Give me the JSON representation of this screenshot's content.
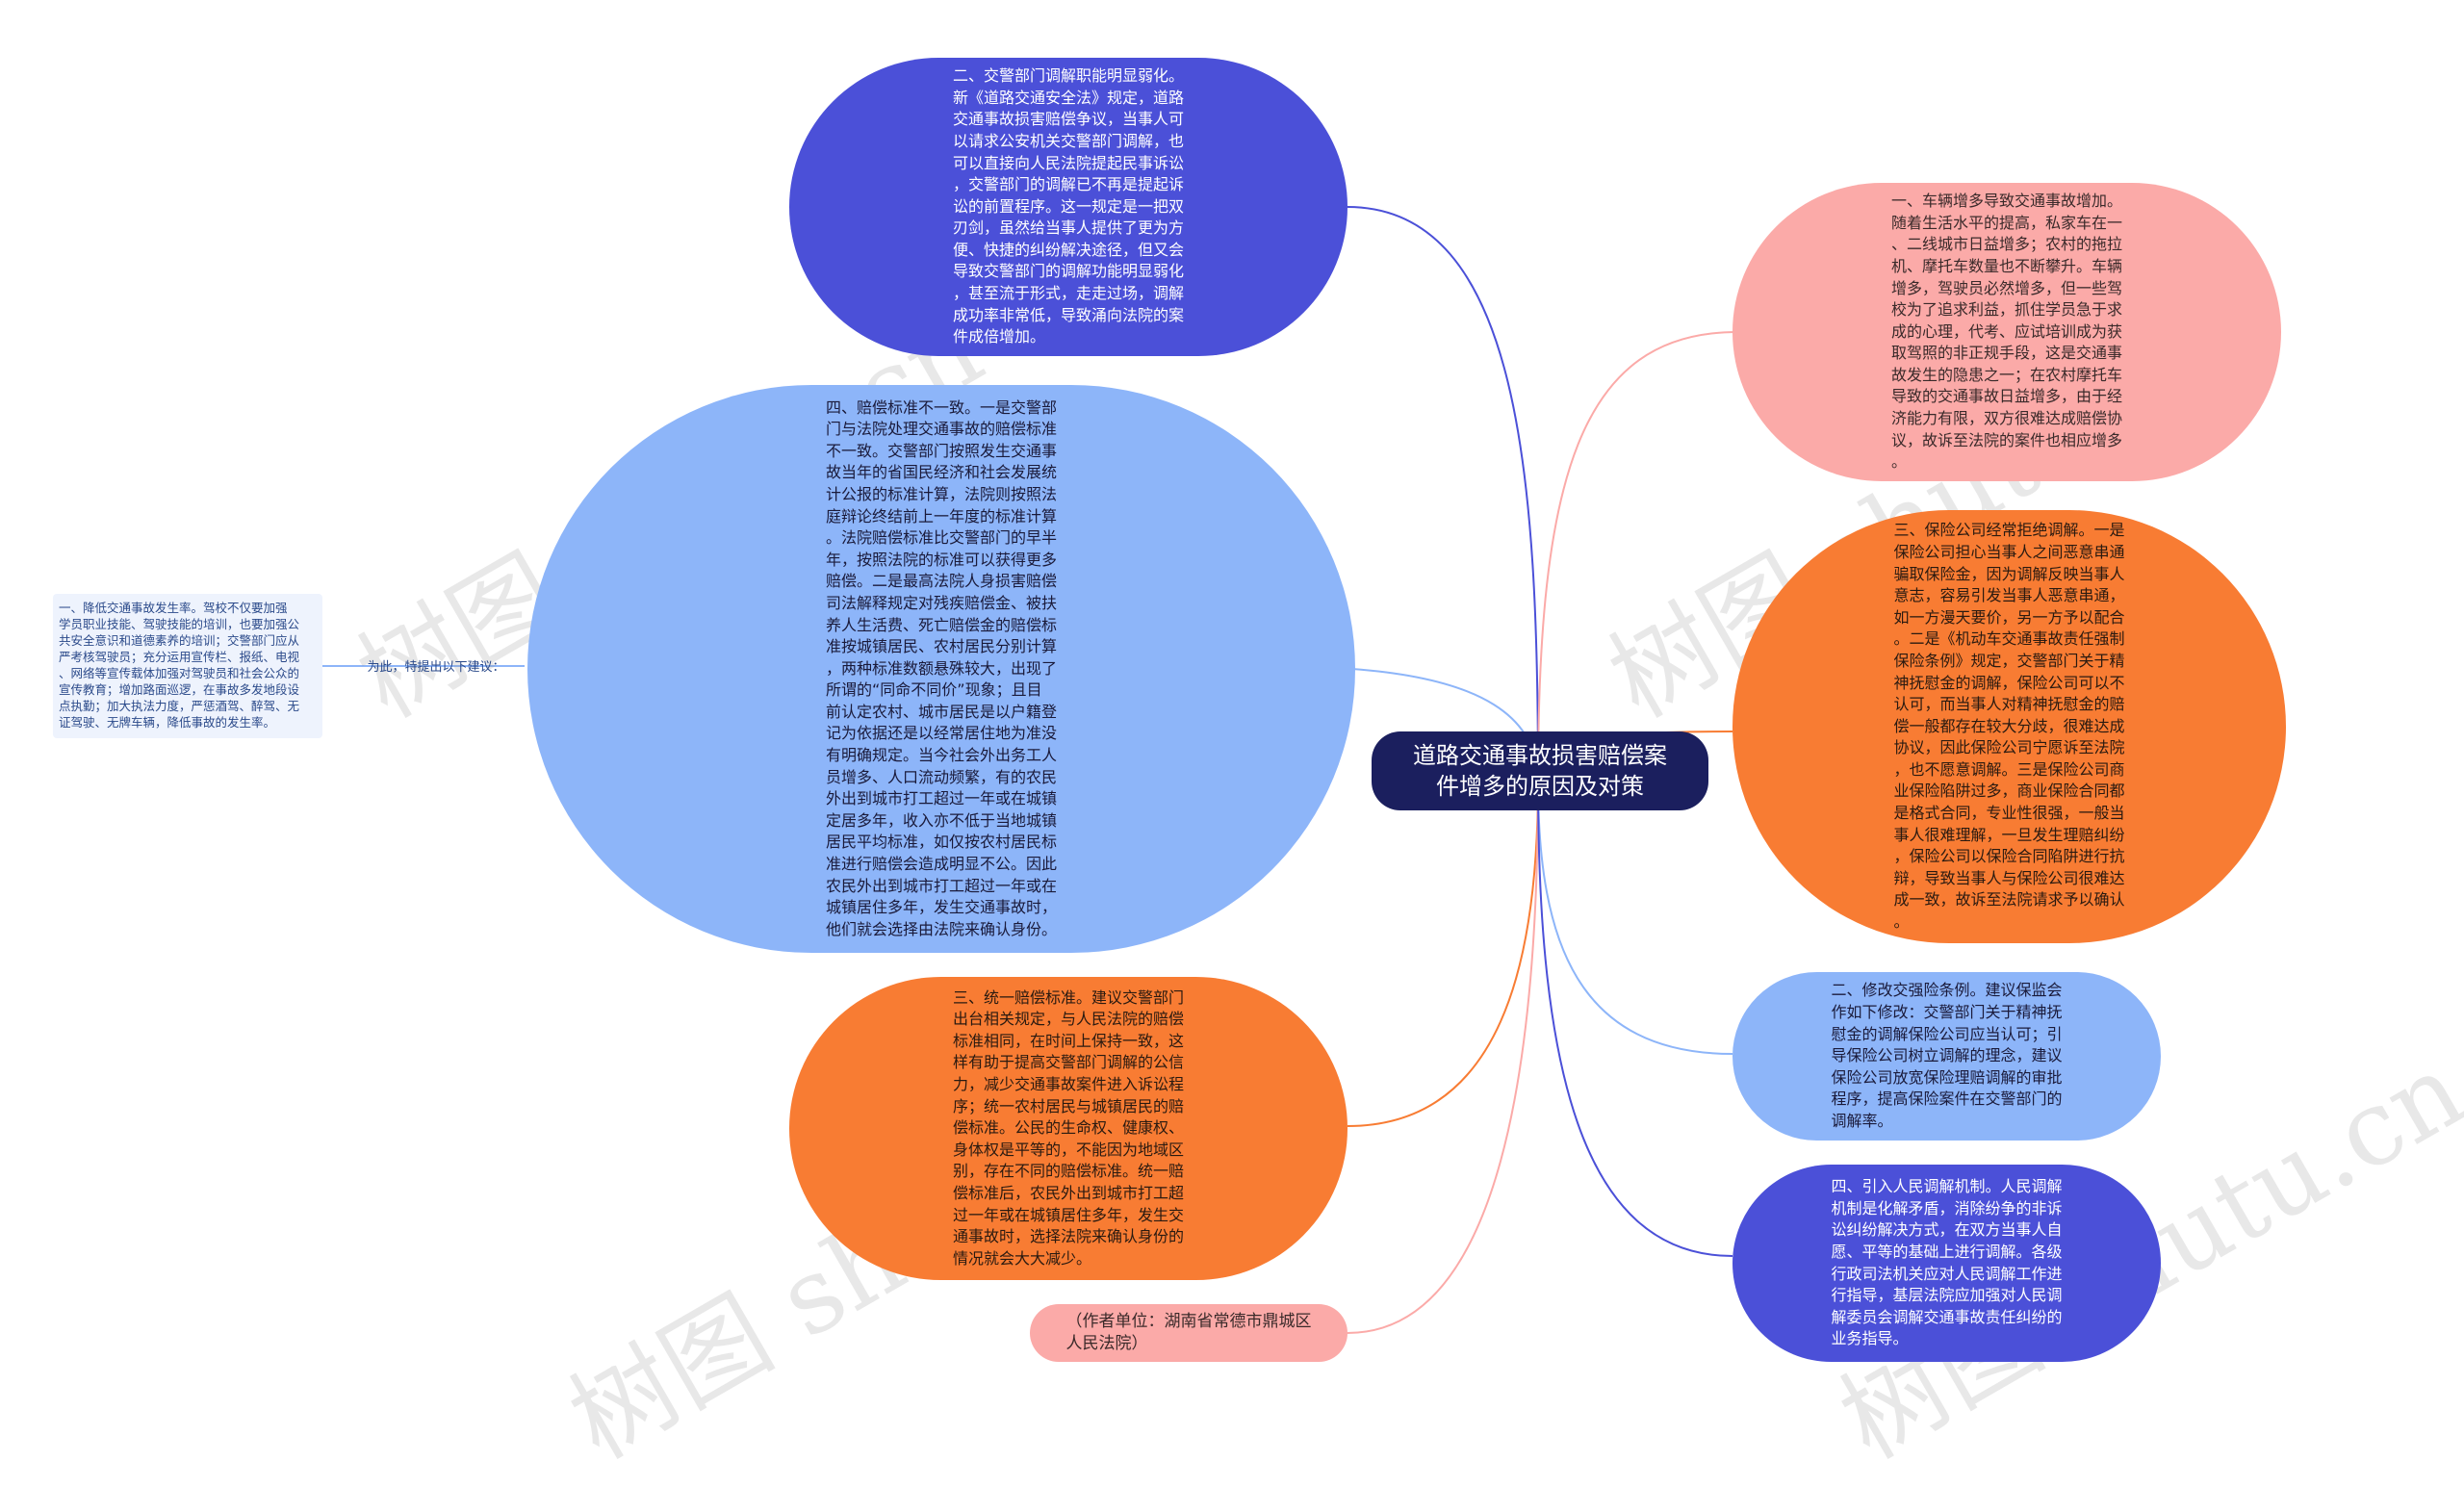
{
  "center": {
    "title": "道路交通事故损害赔偿案\n件增多的原因及对策"
  },
  "nodes": {
    "top_reason2": "二、交警部门调解职能明显弱化。\n新《道路交通安全法》规定，道路\n交通事故损害赔偿争议，当事人可\n以请求公安机关交警部门调解，也\n可以直接向人民法院提起民事诉讼\n，交警部门的调解已不再是提起诉\n讼的前置程序。这一规定是一把双\n刃剑，虽然给当事人提供了更为方\n便、快捷的纠纷解决途径，但又会\n导致交警部门的调解功能明显弱化\n，甚至流于形式，走走过场，调解\n成功率非常低，导致涌向法院的案\n件成倍增加。",
    "left_reason4": "四、赔偿标准不一致。一是交警部\n门与法院处理交通事故的赔偿标准\n不一致。交警部门按照发生交通事\n故当年的省国民经济和社会发展统\n计公报的标准计算，法院则按照法\n庭辩论终结前上一年度的标准计算\n。法院赔偿标准比交警部门的早半\n年，按照法院的标准可以获得更多\n赔偿。二是最高法院人身损害赔偿\n司法解释规定对残疾赔偿金、被扶\n养人生活费、死亡赔偿金的赔偿标\n准按城镇居民、农村居民分别计算\n，两种标准数额悬殊较大，出现了\n所谓的“同命不同价”现象；且目\n前认定农村、城市居民是以户籍登\n记为依据还是以经常居住地为准没\n有明确规定。当今社会外出务工人\n员增多、人口流动频繁，有的农民\n外出到城市打工超过一年或在城镇\n定居多年，收入亦不低于当地城镇\n居民平均标准，如仅按农村居民标\n准进行赔偿会造成明显不公。因此\n农民外出到城市打工超过一年或在\n城镇居住多年，发生交通事故时，\n他们就会选择由法院来确认身份。",
    "left_measure3": "三、统一赔偿标准。建议交警部门\n出台相关规定，与人民法院的赔偿\n标准相同，在时间上保持一致，这\n样有助于提高交警部门调解的公信\n力，减少交通事故案件进入诉讼程\n序；统一农村居民与城镇居民的赔\n偿标准。公民的生命权、健康权、\n身体权是平等的，不能因为地域区\n别，存在不同的赔偿标准。统一赔\n偿标准后，农民外出到城市打工超\n过一年或在城镇居住多年，发生交\n通事故时，选择法院来确认身份的\n情况就会大大减少。",
    "author": "（作者单位：湖南省常德市鼎城区\n人民法院）",
    "right_reason1": "一、车辆增多导致交通事故增加。\n随着生活水平的提高，私家车在一\n、二线城市日益增多；农村的拖拉\n机、摩托车数量也不断攀升。车辆\n增多，驾驶员必然增多，但一些驾\n校为了追求利益，抓住学员急于求\n成的心理，代考、应试培训成为获\n取驾照的非正规手段，这是交通事\n故发生的隐患之一；在农村摩托车\n导致的交通事故日益增多，由于经\n济能力有限，双方很难达成赔偿协\n议，故诉至法院的案件也相应增多\n。",
    "right_reason3": "三、保险公司经常拒绝调解。一是\n保险公司担心当事人之间恶意串通\n骗取保险金，因为调解反映当事人\n意志，容易引发当事人恶意串通，\n如一方漫天要价，另一方予以配合\n。二是《机动车交通事故责任强制\n保险条例》规定，交警部门关于精\n神抚慰金的调解，保险公司可以不\n认可，而当事人对精神抚慰金的赔\n偿一般都存在较大分歧，很难达成\n协议，因此保险公司宁愿诉至法院\n，也不愿意调解。三是保险公司商\n业保险陷阱过多，商业保险合同都\n是格式合同，专业性很强，一般当\n事人很难理解，一旦发生理赔纠纷\n，保险公司以保险合同陷阱进行抗\n辩，导致当事人与保险公司很难达\n成一致，故诉至法院请求予以确认\n。",
    "right_measure2": "二、修改交强险条例。建议保监会\n作如下修改：交警部门关于精神抚\n慰金的调解保险公司应当认可；引\n导保险公司树立调解的理念，建议\n保险公司放宽保险理赔调解的审批\n程序，提高保险案件在交警部门的\n调解率。",
    "right_measure4": "四、引入人民调解机制。人民调解\n机制是化解矛盾，消除纷争的非诉\n讼纠纷解决方式，在双方当事人自\n愿、平等的基础上进行调解。各级\n行政司法机关应对人民调解工作进\n行指导，基层法院应加强对人民调\n解委员会调解交通事故责任纠纷的\n业务指导。",
    "left_label": "为此，特提出以下建议：",
    "left_measure1": "一、降低交通事故发生率。驾校不仅要加强\n学员职业技能、驾驶技能的培训，也要加强公\n共安全意识和道德素养的培训；交警部门应从\n严考核驾驶员；充分运用宣传栏、报纸、电视\n、网络等宣传载体加强对驾驶员和社会公众的\n宣传教育；增加路面巡逻，在事故多发地段设\n点执勤；加大执法力度，严惩酒驾、醉驾、无\n证驾驶、无牌车辆，降低事故的发生率。"
  },
  "watermark": "树图 shutu.cn",
  "colors": {
    "blue_dark": "#4B50D8",
    "blue_light": "#8DB5F9",
    "pink": "#FBAAA8",
    "orange": "#F87C33",
    "center": "#1B1F5E"
  }
}
